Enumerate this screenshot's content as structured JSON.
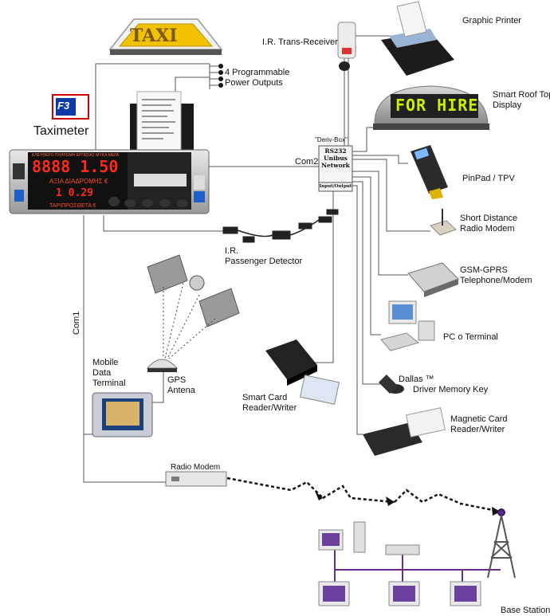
{
  "taxi_sign": "TAXI",
  "taximeter": {
    "logo": "F3",
    "title": "Taximeter",
    "fare_display": "8888 1.50",
    "fare_label": "ΑΞΙΑ ΔΙΑΔΡΟΜΗΣ €",
    "extra_display": "1 0.29",
    "extra_label": "ΤΑΡΙΠΡΟΣΘΕΤΑ €",
    "top_banner": "ΕΛΕΥΘΕΡΟ ΠΛΗΡΩΜΗ ΕΡΓΑΣΙΑΣ ΜΥΚΑ ΜΕΡΑ"
  },
  "labels": {
    "power_outputs": [
      "4 Programmable",
      "Power Outputs"
    ],
    "ir_trans_receiver": "I.R. Trans-Receiver",
    "graphic_printer": "Graphic Printer",
    "roof_display": [
      "Smart Roof Top",
      "Display"
    ],
    "roof_text": "FOR HIRE",
    "pinpad": "PinPad / TPV",
    "radio_modem_short": [
      "Short Distance",
      "Radio Modem"
    ],
    "gsm": [
      "GSM-GPRS",
      "Telephone/Modem"
    ],
    "pc": "PC o Terminal",
    "dallas": [
      "Dallas ™",
      "Driver Memory Key"
    ],
    "magnetic": [
      "Magnetic Card",
      "Reader/Writer"
    ],
    "smart_card": [
      "Smart Card",
      "Reader/Writer"
    ],
    "passenger_detector": [
      "I.R.",
      "Passenger Detector"
    ],
    "mobile_terminal": [
      "Mobile",
      "Data",
      "Terminal"
    ],
    "gps": [
      "GPS",
      "Antena"
    ],
    "radio_modem": "Radio Modem",
    "base_station": "Base Station",
    "com1": "Com1",
    "com2": "Com2"
  },
  "deriv_box": {
    "title": "\"Deriv-Box\"",
    "lines": [
      "RS232",
      "Unibus",
      "Network"
    ],
    "footer": "Input/Output"
  },
  "colors": {
    "wire": "#555555",
    "display_red": "#ff2a1a",
    "roof_led": "#c8f000",
    "taxi_yellow": "#f2c200",
    "network_purple": "#6a2d8f"
  }
}
